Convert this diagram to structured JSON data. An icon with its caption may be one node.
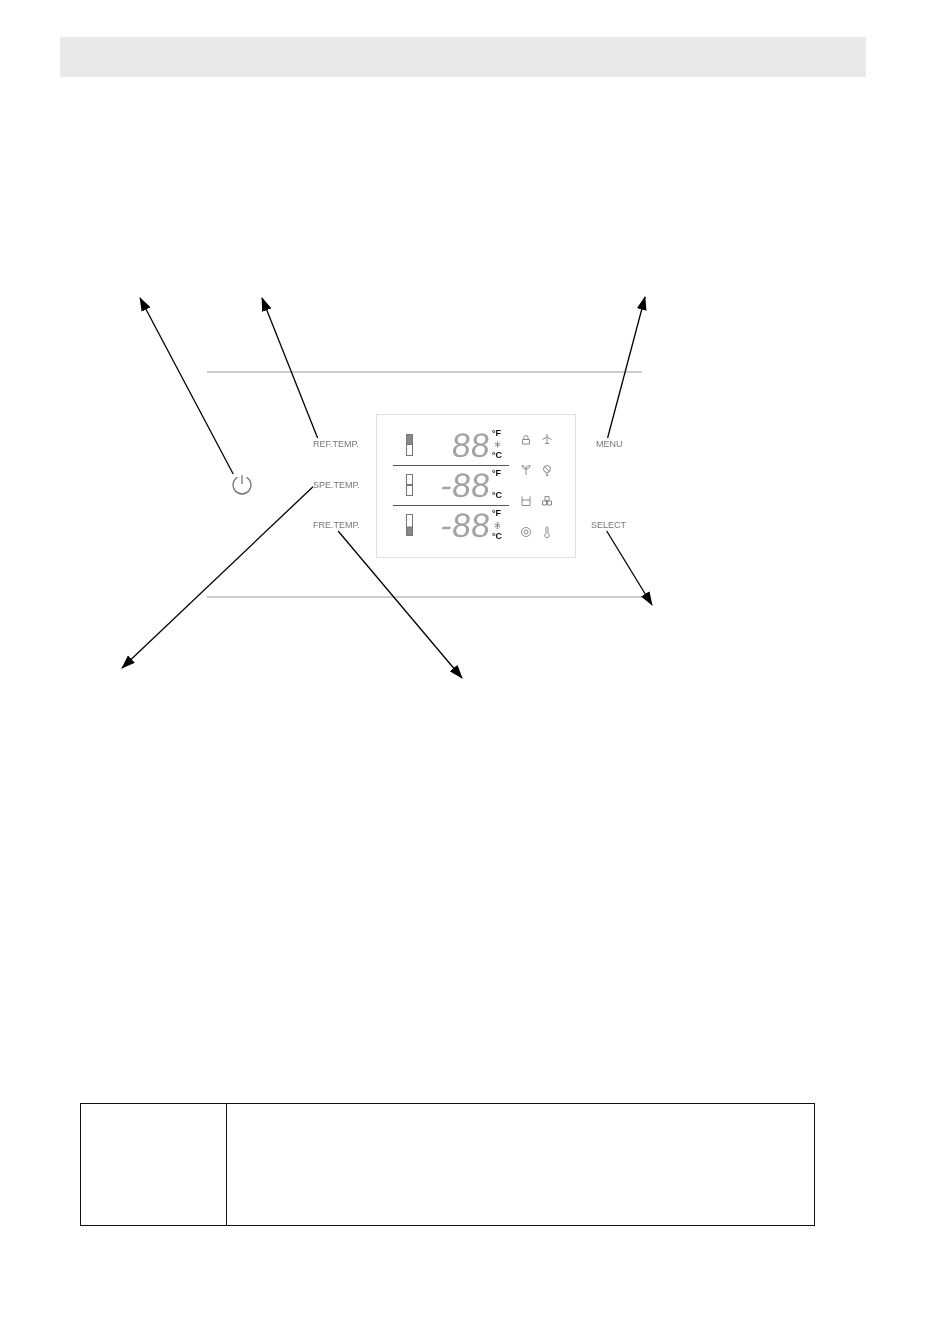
{
  "diagram": {
    "nodes": [
      {
        "text": [],
        "shape": "picture"
      },
      {
        "text": [
          "REF.TEMP."
        ]
      },
      {
        "text": [
          "SPE.TEMP."
        ]
      },
      {
        "text": [
          "FRE.TEMP."
        ]
      },
      {
        "text": [
          "88",
          "°F",
          "°C",
          "-88",
          "°F",
          "°C",
          "-88",
          "°F",
          "°C"
        ]
      },
      {
        "text": [
          "MENU"
        ]
      },
      {
        "text": [
          "SELECT"
        ]
      }
    ],
    "edges": [
      {
        "from": 0,
        "to": null,
        "arrow": "to"
      },
      {
        "from": 1,
        "to": null,
        "arrow": "to"
      },
      {
        "from": 2,
        "to": null,
        "arrow": "to"
      },
      {
        "from": 3,
        "to": null,
        "arrow": "to"
      },
      {
        "from": 5,
        "to": null,
        "arrow": "to"
      },
      {
        "from": 6,
        "to": null,
        "arrow": "to"
      }
    ]
  }
}
